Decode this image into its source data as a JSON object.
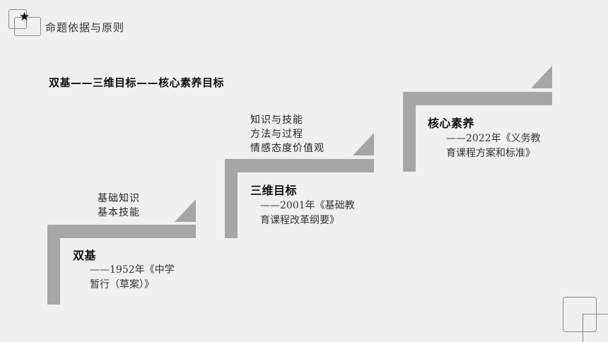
{
  "header": {
    "title": "命题依据与原则",
    "logo_icon": "star-icon"
  },
  "subtitle": "双基——三维目标——核心素养目标",
  "stages": [
    {
      "name": "双基",
      "source_lines": [
        "——1952年《中学",
        "暂行（草案）》"
      ],
      "notes": [
        "基础知识",
        "基本技能"
      ]
    },
    {
      "name": "三维目标",
      "source_lines": [
        "——2001年《基础教",
        "育课程改革纲要》"
      ],
      "notes": [
        "知识与技能",
        "方法与过程",
        "情感态度价值观"
      ]
    },
    {
      "name": "核心素养",
      "source_lines": [
        "——2022年《义务教",
        "育课程方案和标准》"
      ],
      "notes": []
    }
  ],
  "colors": {
    "step": "#a6a6a6",
    "background": "#f0f0f0",
    "outline": "#8a8a8a"
  }
}
